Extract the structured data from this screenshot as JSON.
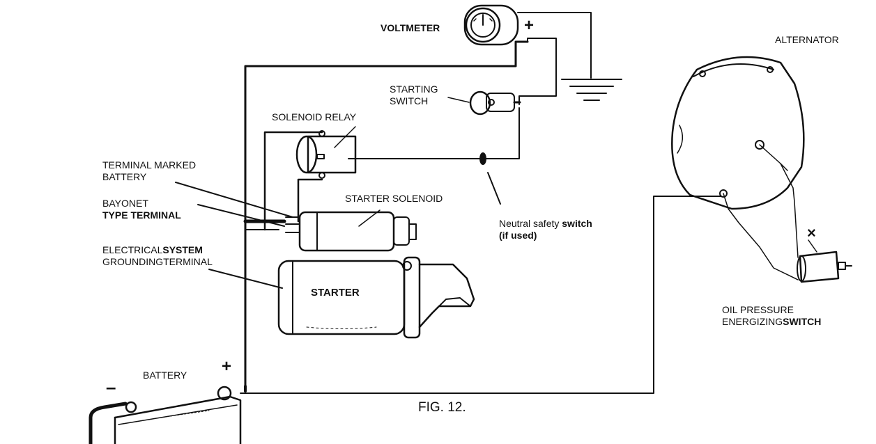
{
  "labels": {
    "voltmeter": "VOLTMETER",
    "voltmeter_plus": "+",
    "starting_switch_line1": "STARTING",
    "starting_switch_line2": "SWITCH",
    "solenoid_relay": "SOLENOID RELAY",
    "terminal_marked_line1": "TERMINAL MARKED",
    "terminal_marked_line2": "BATTERY",
    "bayonet_line1": "BAYONET",
    "bayonet_line2": "TYPE TERMINAL",
    "grounding_line1_a": "ELECTRICAL",
    "grounding_line1_b": "SYSTEM",
    "grounding_line2": "GROUNDINGTERMINAL",
    "starter_solenoid": "STARTER SOLENOID",
    "starter": "STARTER",
    "neutral_line1_a": "Neutral safety ",
    "neutral_line1_b": "switch",
    "neutral_line2": "(if used)",
    "alternator": "ALTERNATOR",
    "oil_line1": "OIL PRESSURE",
    "oil_line2_a": "ENERGIZING",
    "oil_line2_b": "SWITCH",
    "oil_x": "×",
    "battery": "BATTERY",
    "battery_plus": "+",
    "battery_minus": "–",
    "figure_caption": "FIG. 12."
  },
  "colors": {
    "ink": "#111111",
    "paper": "#ffffff"
  }
}
